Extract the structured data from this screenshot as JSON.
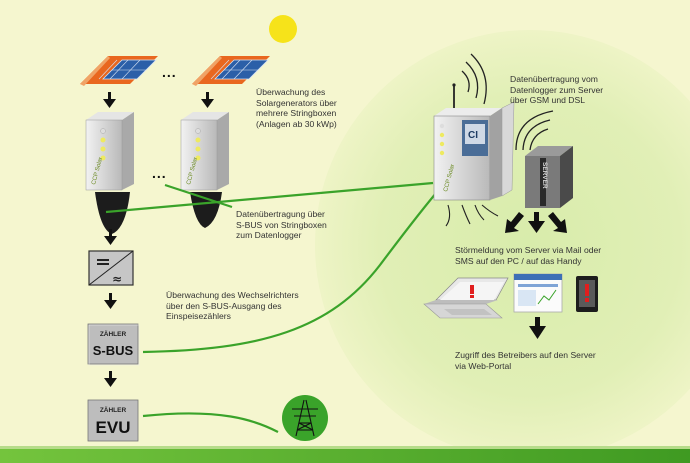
{
  "labels": {
    "string_monitoring": "Überwachung des\nSolargenerators über\nmehrere Stringboxen\n(Anlagen ab 30 kWp)",
    "sbus_transfer": "Datenübertragung über\nS-BUS von Stringboxen\nzum Datenlogger",
    "inverter_monitoring": "Überwachung des Wechselrichters\nüber den S-BUS-Ausgang des\nEinspeisezählers",
    "gsm_transfer": "Datenübertragung vom\nDatenlogger zum Server\nüber GSM und DSL",
    "fault_message": "Störmeldung vom Server via Mail oder\nSMS auf den PC / auf das Handy",
    "portal_access": "Zugriff des Betreibers auf den Server\nvia Web-Portal"
  },
  "meters": {
    "sbus": {
      "small": "ZÄHLER",
      "big": "S-BUS"
    },
    "evu": {
      "small": "ZÄHLER",
      "big": "EVU"
    }
  },
  "ellipsis": "...",
  "server_label": "SERVER",
  "box_brand": "CCP Solar",
  "colors": {
    "background": "#f5f6cf",
    "green_line": "#3aa32a",
    "bottom_bar": "#5fb82f",
    "sun": "#f6e31a",
    "roof": "#e9671f",
    "panel": "#2b5fa8"
  }
}
